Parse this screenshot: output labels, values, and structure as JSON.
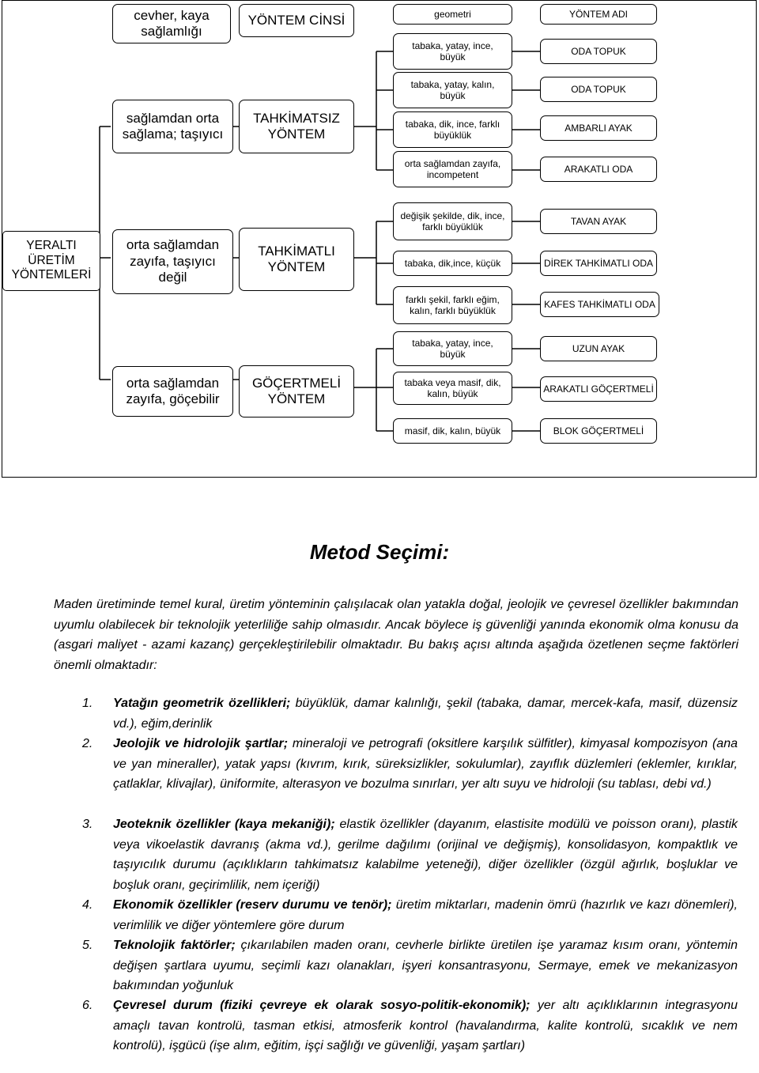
{
  "diagram": {
    "root": "YERALTI ÜRETİM YÖNTEMLERİ",
    "headers": {
      "strength": "cevher, kaya sağlamlığı",
      "method_type": "YÖNTEM CİNSİ",
      "geometry": "geometri",
      "method_name": "YÖNTEM ADI"
    },
    "groups": [
      {
        "strength": "sağlamdan orta sağlama; taşıyıcı",
        "method_type": "TAHKİMATSIZ YÖNTEM",
        "rows": [
          {
            "geometry": "tabaka, yatay, ince, büyük",
            "method": "ODA TOPUK"
          },
          {
            "geometry": "tabaka, yatay, kalın, büyük",
            "method": "ODA TOPUK"
          },
          {
            "geometry": "tabaka, dik, ince, farklı büyüklük",
            "method": "AMBARLI AYAK"
          },
          {
            "geometry": "orta sağlamdan zayıfa, incompetent",
            "method": "ARAKATLI ODA"
          }
        ]
      },
      {
        "strength": "orta sağlamdan zayıfa, taşıyıcı değil",
        "method_type": "TAHKİMATLI YÖNTEM",
        "rows": [
          {
            "geometry": "değişik şekilde, dik, ince, farklı büyüklük",
            "method": "TAVAN AYAK"
          },
          {
            "geometry": "tabaka, dik,ince, küçük",
            "method": "DİREK TAHKİMATLI ODA"
          },
          {
            "geometry": "farklı şekil, farklı eğim, kalın, farklı büyüklük",
            "method": "KAFES TAHKİMATLI ODA"
          }
        ]
      },
      {
        "strength": "orta sağlamdan zayıfa, göçebilir",
        "method_type": "GÖÇERTMELİ YÖNTEM",
        "rows": [
          {
            "geometry": "tabaka, yatay, ince, büyük",
            "method": "UZUN AYAK"
          },
          {
            "geometry": "tabaka veya masif, dik, kalın, büyük",
            "method": "ARAKATLI GÖÇERTMELİ"
          },
          {
            "geometry": "masif, dik, kalın, büyük",
            "method": "BLOK GÖÇERTMELİ"
          }
        ]
      }
    ]
  },
  "section": {
    "title": "Metod Seçimi:",
    "intro": "Maden üretiminde temel kural, üretim yönteminin çalışılacak olan yatakla doğal, jeolojik ve çevresel özellikler bakımından uyumlu olabilecek bir teknolojik yeterliliğe sahip olmasıdır. Ancak böylece iş güvenliği yanında ekonomik olma konusu da (asgari maliyet - azami kazanç) gerçekleştirilebilir olmaktadır. Bu bakış açısı altında aşağıda özetlenen seçme faktörleri önemli olmaktadır:",
    "factors": [
      {
        "num": "1.",
        "bold": "Yatağın geometrik özellikleri;",
        "text": " büyüklük, damar kalınlığı, şekil (tabaka, damar, mercek-kafa, masif, düzensiz vd.), eğim,derinlik"
      },
      {
        "num": "2.",
        "bold": "Jeolojik ve hidrolojik şartlar;",
        "text": " mineraloji ve petrografi (oksitlere karşılık sülfitler), kimyasal kompozisyon (ana ve yan mineraller), yatak yapsı (kıvrım, kırık, süreksizlikler, sokulumlar), zayıflık düzlemleri (eklemler, kırıklar, çatlaklar, klivajlar), üniformite, alterasyon ve bozulma sınırları, yer altı suyu ve hidroloji (su tablası, debi vd.)"
      },
      {
        "num": "3.",
        "bold": "Jeoteknik özellikler (kaya mekaniği);",
        "text": " elastik özellikler (dayanım, elastisite modülü ve poisson oranı), plastik veya vikoelastik davranış (akma vd.), gerilme dağılımı (orijinal ve değişmiş), konsolidasyon, kompaktlık ve taşıyıcılık durumu (açıklıkların tahkimatsız kalabilme yeteneği), diğer özellikler (özgül ağırlık, boşluklar ve boşluk oranı, geçirimlilik, nem içeriği)"
      },
      {
        "num": "4.",
        "bold": "Ekonomik özellikler (reserv durumu ve tenör);",
        "text": " üretim miktarları, madenin ömrü (hazırlık ve kazı dönemleri), verimlilik ve diğer yöntemlere göre durum"
      },
      {
        "num": "5.",
        "bold": "Teknolojik faktörler;",
        "text": " çıkarılabilen maden oranı, cevherle birlikte üretilen işe yaramaz kısım oranı, yöntemin değişen şartlara uyumu, seçimli kazı olanakları, işyeri konsantrasyonu, Sermaye, emek ve mekanizasyon bakımından yoğunluk"
      },
      {
        "num": "6.",
        "bold": "Çevresel durum (fiziki çevreye ek olarak sosyo-politik-ekonomik);",
        "text": " yer altı açıklıklarının integrasyonu amaçlı tavan kontrolü, tasman etkisi, atmosferik kontrol (havalandırma, kalite kontrolü, sıcaklık ve nem kontrolü), işgücü (işe alım, eğitim, işçi sağlığı ve güvenliği, yaşam şartları)"
      }
    ]
  }
}
